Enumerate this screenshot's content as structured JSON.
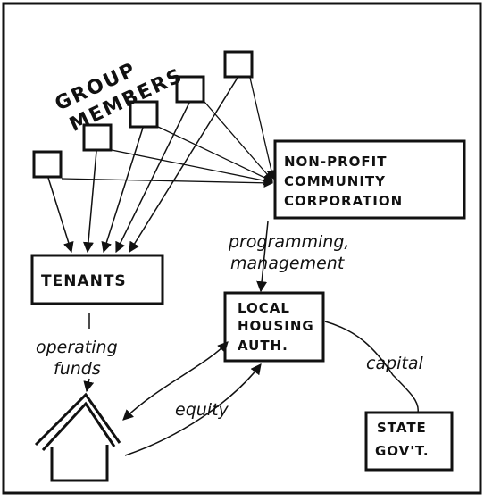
{
  "title": {
    "line1": "GROUP",
    "line2": "MEMBERS"
  },
  "boxes": {
    "nonprofit": {
      "line1": "NON-PROFIT",
      "line2": "COMMUNITY",
      "line3": "CORPORATION"
    },
    "tenants": {
      "label": "TENANTS"
    },
    "housing_authority": {
      "line1": "LOCAL",
      "line2": "HOUSING",
      "line3": "AUTH."
    },
    "state": {
      "line1": "STATE",
      "line2": "GOV'T."
    }
  },
  "flows": {
    "programming_management": {
      "line1": "programming,",
      "line2": "management"
    },
    "operating_funds": {
      "line1": "operating",
      "line2": "funds"
    },
    "equity": "equity",
    "capital": "capital"
  },
  "members_count_note": "",
  "colors": {
    "ink": "#111111",
    "paper": "#ffffff"
  }
}
